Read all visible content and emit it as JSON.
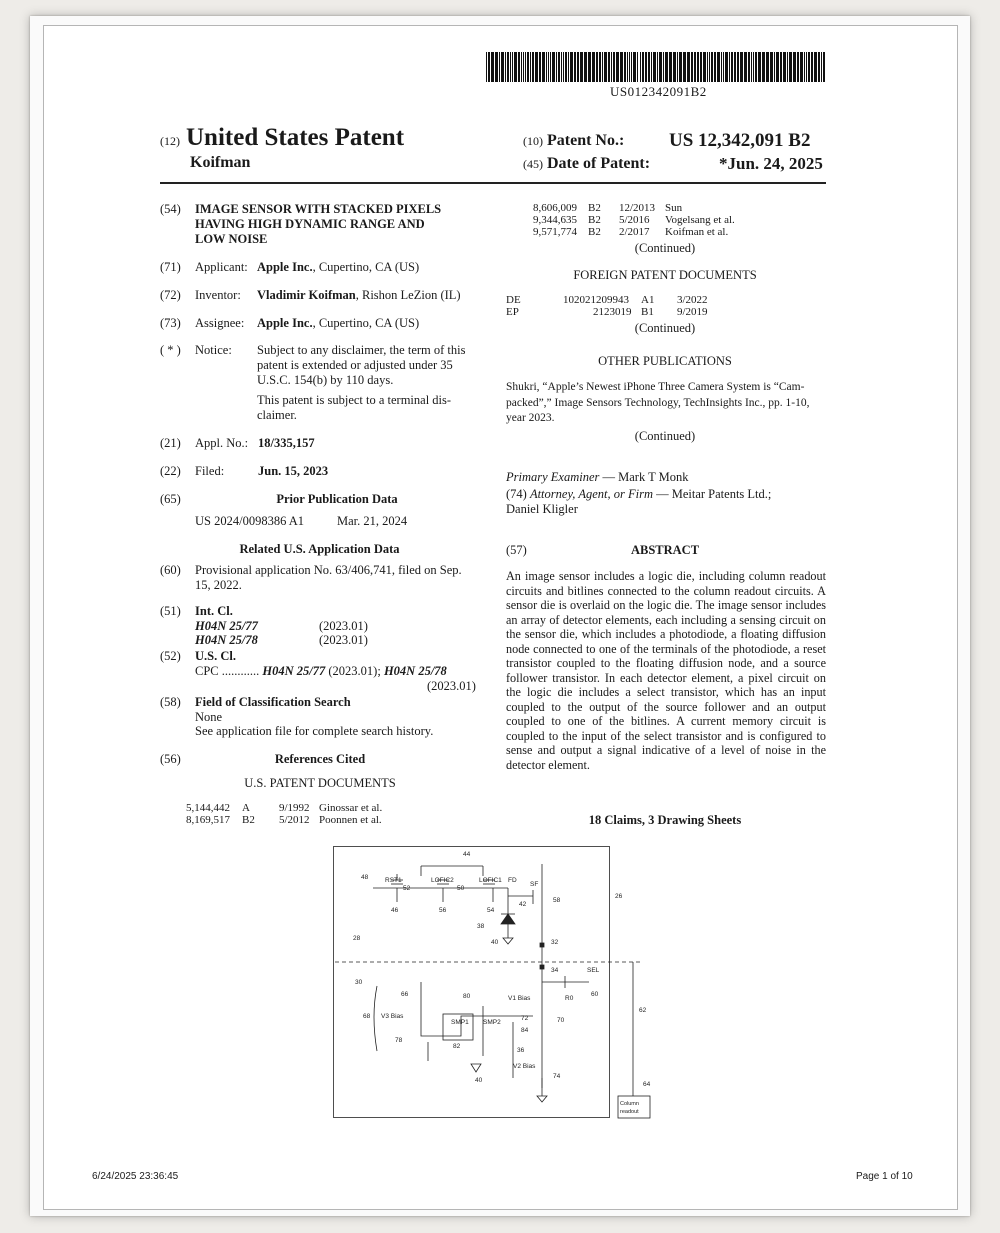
{
  "barcode_text": "US012342091B2",
  "header": {
    "type_num": "(12)",
    "type": "United States Patent",
    "inventor_surname": "Koifman",
    "patno_num": "(10)",
    "patno_label": "Patent No.:",
    "patno_value": "US 12,342,091 B2",
    "date_num": "(45)",
    "date_label": "Date of Patent:",
    "date_value": "*Jun. 24, 2025"
  },
  "left": {
    "title_num": "(54)",
    "title_lines": [
      "IMAGE SENSOR WITH STACKED PIXELS",
      "HAVING HIGH DYNAMIC RANGE AND",
      "LOW NOISE"
    ],
    "applicant": {
      "num": "(71)",
      "label": "Applicant:",
      "name": "Apple Inc.",
      "loc": ", Cupertino, CA (US)"
    },
    "inventor": {
      "num": "(72)",
      "label": "Inventor:",
      "name": "Vladimir Koifman",
      "loc": ", Rishon LeZion (IL)"
    },
    "assignee": {
      "num": "(73)",
      "label": "Assignee:",
      "name": "Apple Inc.",
      "loc": ", Cupertino, CA (US)"
    },
    "notice": {
      "num": "( * )",
      "label": "Notice:",
      "lines": [
        "Subject to any disclaimer, the term of this",
        "patent is extended or adjusted under 35",
        "U.S.C. 154(b) by 110 days."
      ],
      "lines2": [
        "This patent is subject to a terminal dis-",
        "claimer."
      ]
    },
    "appl": {
      "num": "(21)",
      "label": "Appl. No.:",
      "value": "18/335,157"
    },
    "filed": {
      "num": "(22)",
      "label": "Filed:",
      "value": "Jun. 15, 2023"
    },
    "prior": {
      "num": "(65)",
      "heading": "Prior Publication Data",
      "pub": "US 2024/0098386 A1",
      "date": "Mar. 21, 2024"
    },
    "related_heading": "Related U.S. Application Data",
    "provisional": {
      "num": "(60)",
      "lines": [
        "Provisional application No. 63/406,741, filed on Sep.",
        "15, 2022."
      ]
    },
    "intcl": {
      "num": "(51)",
      "heading": "Int. Cl.",
      "items": [
        {
          "code": "H04N 25/77",
          "year": "(2023.01)"
        },
        {
          "code": "H04N 25/78",
          "year": "(2023.01)"
        }
      ]
    },
    "uscl": {
      "num": "(52)",
      "heading": "U.S. Cl.",
      "cpc_label": "CPC ............",
      "cpc1": "H04N 25/77",
      "cpc1_year": " (2023.01); ",
      "cpc2": "H04N 25/78",
      "cpc2_year": "(2023.01)"
    },
    "field": {
      "num": "(58)",
      "heading": "Field of Classification Search",
      "line1": "None",
      "line2": "See application file for complete search history."
    },
    "refs": {
      "num": "(56)",
      "heading": "References Cited",
      "us_heading": "U.S. PATENT DOCUMENTS",
      "rows": [
        {
          "no": "5,144,442",
          "kind": "A",
          "date": "9/1992",
          "name": "Ginossar et al."
        },
        {
          "no": "8,169,517",
          "kind": "B2",
          "date": "5/2012",
          "name": "Poonnen et al."
        }
      ]
    }
  },
  "right": {
    "us_rows": [
      {
        "no": "8,606,009",
        "kind": "B2",
        "date": "12/2013",
        "name": "Sun"
      },
      {
        "no": "9,344,635",
        "kind": "B2",
        "date": "5/2016",
        "name": "Vogelsang et al."
      },
      {
        "no": "9,571,774",
        "kind": "B2",
        "date": "2/2017",
        "name": "Koifman et al."
      }
    ],
    "continued": "(Continued)",
    "foreign_heading": "FOREIGN PATENT DOCUMENTS",
    "foreign_rows": [
      {
        "country": "DE",
        "no": "102021209943",
        "kind": "A1",
        "date": "3/2022"
      },
      {
        "country": "EP",
        "no": "2123019",
        "kind": "B1",
        "date": "9/2019"
      }
    ],
    "other_heading": "OTHER PUBLICATIONS",
    "other_lines": [
      "Shukri, “Apple’s Newest iPhone Three Camera System is “Cam-",
      "packed”,” Image Sensors Technology, TechInsights Inc., pp. 1-10,",
      "year 2023."
    ],
    "examiner_label": "Primary Examiner",
    "examiner_name": " — Mark T Monk",
    "attorney_num": "(74)",
    "attorney_label": "Attorney, Agent, or Firm",
    "attorney_name": " — Meitar Patents Ltd.;",
    "attorney_line2": "Daniel Kligler",
    "abstract_num": "(57)",
    "abstract_heading": "ABSTRACT",
    "abstract_text": "An image sensor includes a logic die, including column readout circuits and bitlines connected to the column readout circuits. A sensor die is overlaid on the logic die. The image sensor includes an array of detector elements, each including a sensing circuit on the sensor die, which includes a photodiode, a floating diffusion node connected to one of the terminals of the photodiode, a reset transistor coupled to the floating diffusion node, and a source follower transistor. In each detector element, a pixel circuit on the logic die includes a select transistor, which has an input coupled to the output of the source follower and an output coupled to one of the bitlines. A current memory circuit is coupled to the input of the select transistor and is configured to sense and output a signal indicative of a level of noise in the detector element.",
    "claims": "18 Claims, 3 Drawing Sheets"
  },
  "figure": {
    "labels": [
      "44",
      "48",
      "RST1",
      "52",
      "LOFIC2",
      "50",
      "LOFIC1",
      "FD",
      "SF",
      "58",
      "26",
      "46",
      "56",
      "54",
      "42",
      "38",
      "40",
      "28",
      "32",
      "34",
      "SEL",
      "60",
      "30",
      "66",
      "80",
      "V1 Bias",
      "R0",
      "68",
      "V3 Bias",
      "SMP1",
      "SMP2",
      "72",
      "70",
      "62",
      "78",
      "82",
      "84",
      "36",
      "40",
      "V2 Bias",
      "74",
      "64"
    ],
    "readout_l1": "Column",
    "readout_l2": "readout"
  },
  "footer": {
    "datetime": "6/24/2025 23:36:45",
    "page": "Page 1 of 10"
  }
}
